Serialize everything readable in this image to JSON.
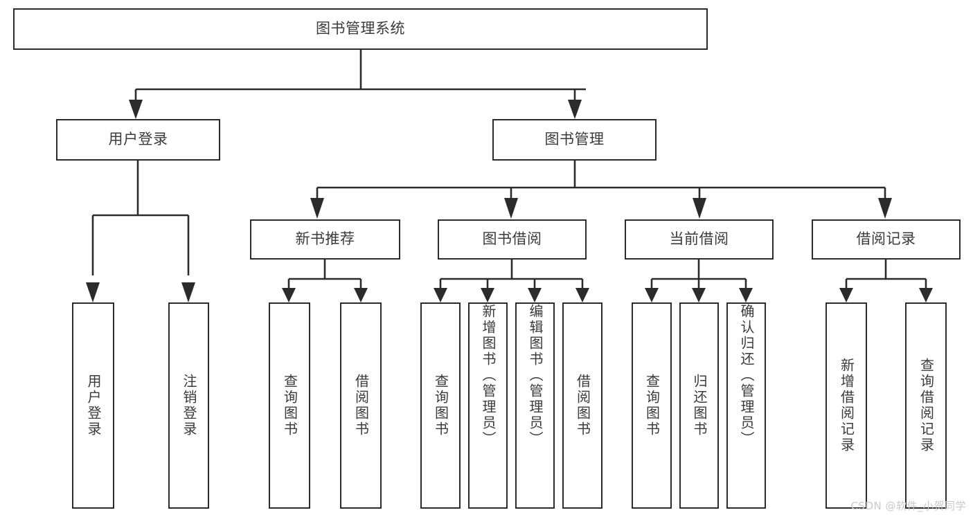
{
  "diagram": {
    "title": "图书管理系统",
    "watermark": "CSDN @软件_小贺同学",
    "line_color": "#2b2b2b",
    "text_color": "#3a3a3a",
    "background": "#ffffff",
    "root": {
      "label": "图书管理系统"
    },
    "level2": [
      {
        "label": "用户登录"
      },
      {
        "label": "图书管理"
      }
    ],
    "level3": [
      {
        "label": "新书推荐"
      },
      {
        "label": "图书借阅"
      },
      {
        "label": "当前借阅"
      },
      {
        "label": "借阅记录"
      }
    ],
    "leaves": {
      "user_login": [
        {
          "label": "用户登录"
        },
        {
          "label": "注销登录"
        }
      ],
      "new_book_recommend": [
        {
          "label": "查询图书"
        },
        {
          "label": "借阅图书"
        }
      ],
      "book_borrow": [
        {
          "label": "查询图书"
        },
        {
          "label": "新增图书（管理员）"
        },
        {
          "label": "编辑图书（管理员）"
        },
        {
          "label": "借阅图书"
        }
      ],
      "current_borrow": [
        {
          "label": "查询图书"
        },
        {
          "label": "归还图书"
        },
        {
          "label": "确认归还（管理员）"
        }
      ],
      "borrow_record": [
        {
          "label": "新增借阅记录"
        },
        {
          "label": "查询借阅记录"
        }
      ]
    }
  }
}
